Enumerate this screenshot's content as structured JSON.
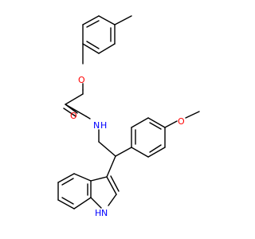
{
  "colors": {
    "bond": "#000000",
    "oxygen": "#ff0000",
    "nitrogen": "#0000ff",
    "background": "#ffffff"
  },
  "molecule": {
    "atom_labels": {
      "ether_oxygen": "O",
      "carbonyl_oxygen": "O",
      "amide_nh": "N",
      "amide_h": "H",
      "methoxy_oxygen": "O",
      "indole_nh": "H",
      "indole_n": "N"
    }
  }
}
